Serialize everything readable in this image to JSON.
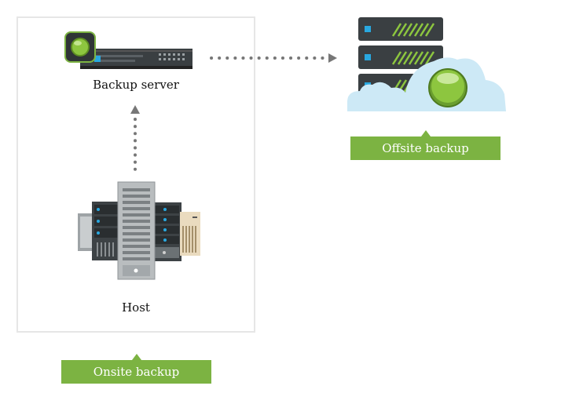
{
  "diagram": {
    "backup_server_label": "Backup server",
    "host_label": "Host",
    "onsite_tag": "Onsite backup",
    "offsite_tag": "Offsite backup"
  },
  "colors": {
    "accent_green": "#7cb342",
    "server_dark": "#3a3f42",
    "cloud": "#cde9f6",
    "box_border": "#e6e6e6",
    "arrow": "#777777"
  },
  "icons": {
    "backup_server": "backup-server-icon",
    "host": "host-servers-icon",
    "offsite": "offsite-server-cloud-icon"
  }
}
